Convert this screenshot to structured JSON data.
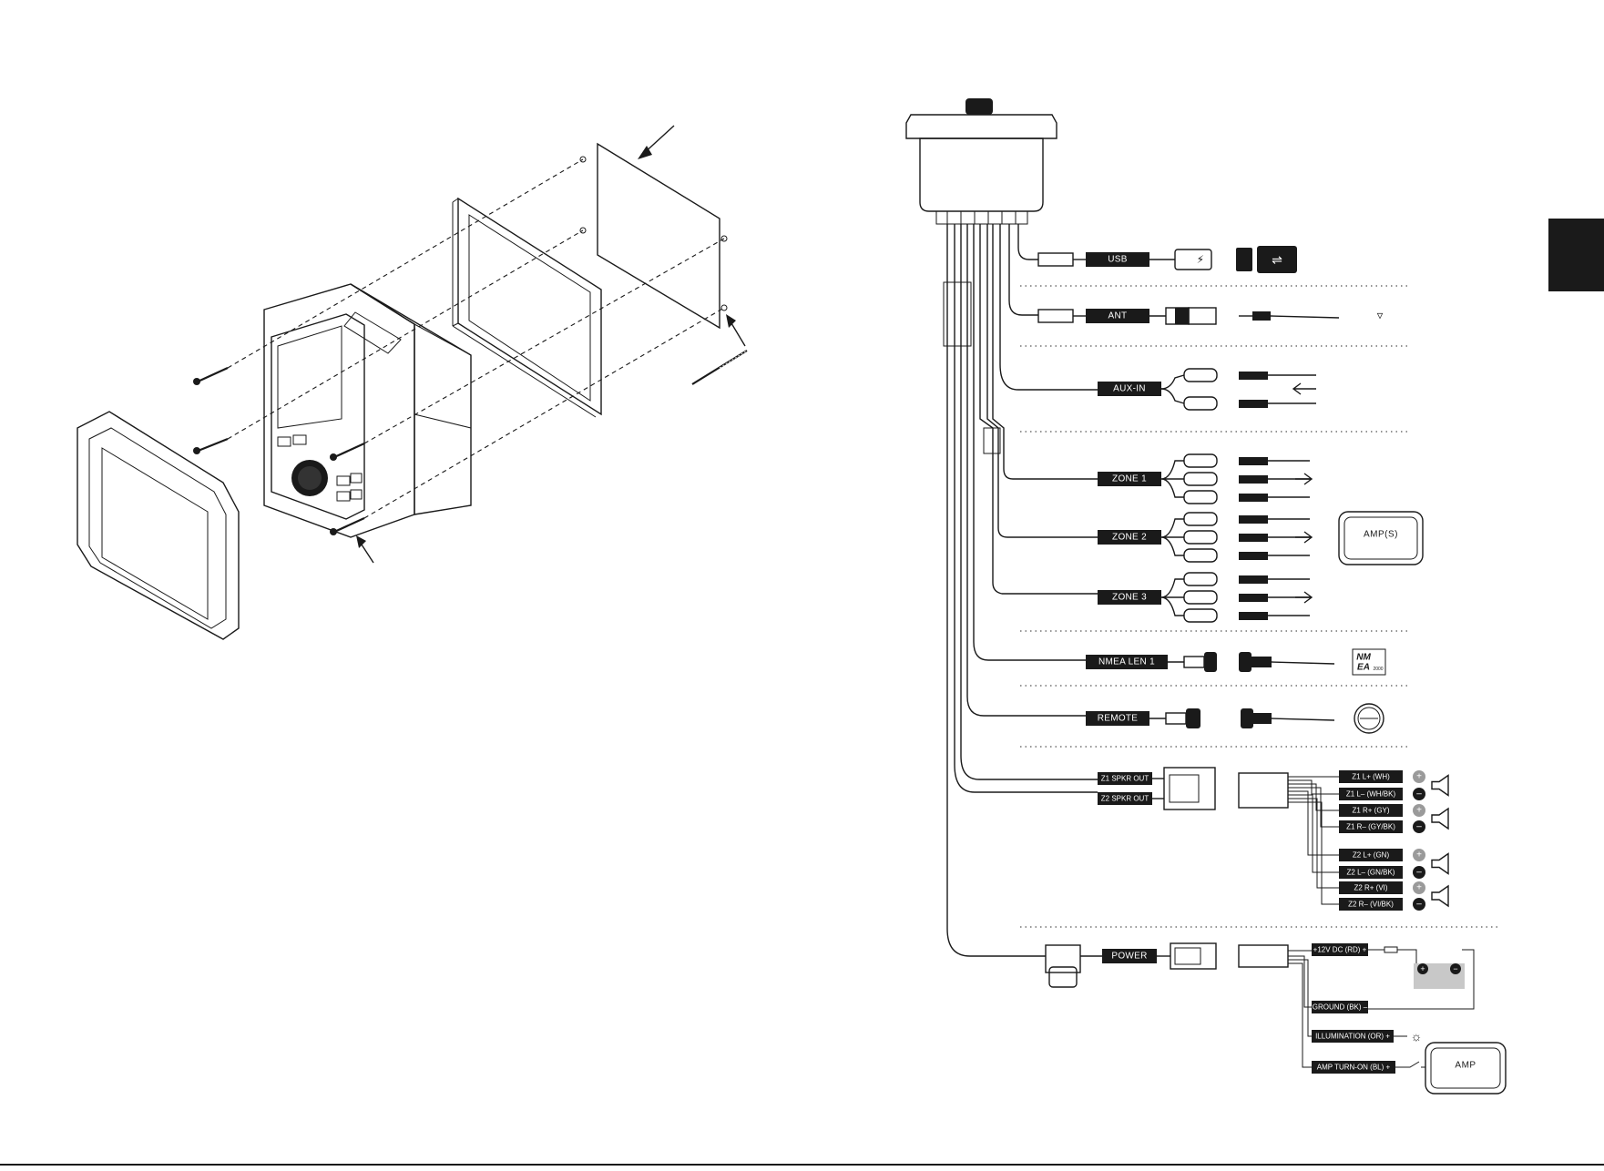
{
  "connectors": {
    "usb": "USB",
    "ant": "ANT",
    "aux_in": "AUX-IN",
    "zone1": "ZONE 1",
    "zone2": "ZONE 2",
    "zone3": "ZONE 3",
    "nmea": "NMEA LEN 1",
    "remote": "REMOTE",
    "z1_spkr_out": "Z1 SPKR OUT",
    "z2_spkr_out": "Z2 SPKR OUT",
    "power": "POWER"
  },
  "speaker_wires": [
    {
      "label": "Z1 L+ (WH)",
      "polarity": "+"
    },
    {
      "label": "Z1 L– (WH/BK)",
      "polarity": "–"
    },
    {
      "label": "Z1 R+ (GY)",
      "polarity": "+"
    },
    {
      "label": "Z1 R– (GY/BK)",
      "polarity": "–"
    },
    {
      "label": "Z2 L+ (GN)",
      "polarity": "+"
    },
    {
      "label": "Z2 L– (GN/BK)",
      "polarity": "–"
    },
    {
      "label": "Z2 R+ (VI)",
      "polarity": "+"
    },
    {
      "label": "Z2 R– (VI/BK)",
      "polarity": "–"
    }
  ],
  "power_wires": {
    "batt": "+12V DC (RD) +",
    "ground": "GROUND (BK) –",
    "illum": "ILLUMINATION (OR) +",
    "amp_on": "AMP TURN-ON (BL) +"
  },
  "devices": {
    "amps": "AMP(S)",
    "amp": "AMP",
    "nmea_logo_top": "NM",
    "nmea_logo_mid": "EA",
    "nmea_logo_sub": "2000"
  },
  "colors": {
    "ink": "#1a1a1a",
    "battery": "#c8c8c8",
    "polarity_plus": "#9a9a9a",
    "polarity_minus": "#1a1a1a"
  }
}
